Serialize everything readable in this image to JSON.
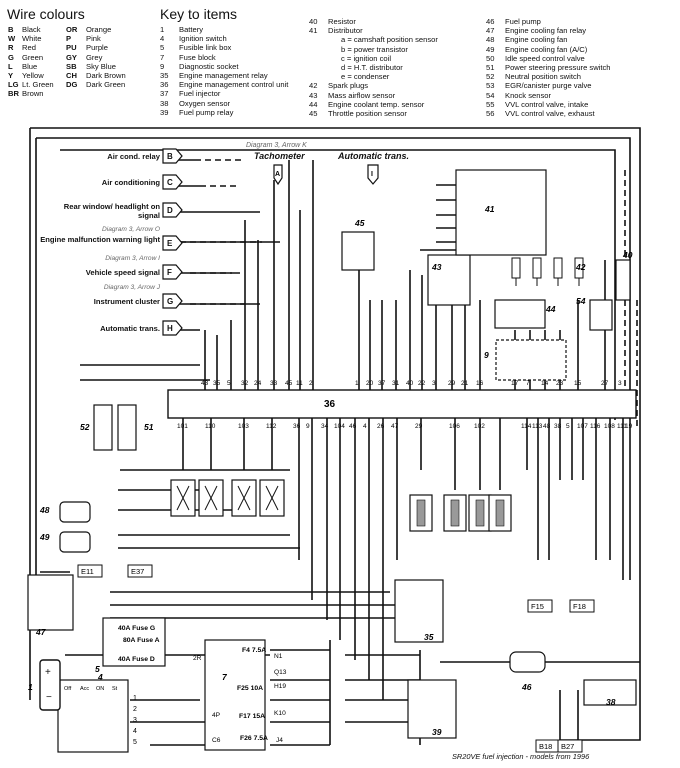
{
  "wire_colours": {
    "heading": "Wire colours",
    "items": [
      {
        "code": "B",
        "name": "Black",
        "code2": "OR",
        "name2": "Orange"
      },
      {
        "code": "W",
        "name": "White",
        "code2": "P",
        "name2": "Pink"
      },
      {
        "code": "R",
        "name": "Red",
        "code2": "PU",
        "name2": "Purple"
      },
      {
        "code": "G",
        "name": "Green",
        "code2": "GY",
        "name2": "Grey"
      },
      {
        "code": "L",
        "name": "Blue",
        "code2": "SB",
        "name2": "Sky Blue"
      },
      {
        "code": "Y",
        "name": "Yellow",
        "code2": "CH",
        "name2": "Dark Brown"
      },
      {
        "code": "LG",
        "name": "Lt. Green",
        "code2": "DG",
        "name2": "Dark Green"
      },
      {
        "code": "BR",
        "name": "Brown",
        "code2": "",
        "name2": ""
      }
    ]
  },
  "key": {
    "heading": "Key to items",
    "col1": [
      {
        "num": "1",
        "label": "Battery"
      },
      {
        "num": "4",
        "label": "Ignition switch"
      },
      {
        "num": "5",
        "label": "Fusible link box"
      },
      {
        "num": "7",
        "label": "Fuse block"
      },
      {
        "num": "9",
        "label": "Diagnostic socket"
      },
      {
        "num": "35",
        "label": "Engine management relay"
      },
      {
        "num": "36",
        "label": "Engine management control unit"
      },
      {
        "num": "37",
        "label": "Fuel injector"
      },
      {
        "num": "38",
        "label": "Oxygen sensor"
      },
      {
        "num": "39",
        "label": "Fuel pump relay"
      }
    ],
    "col2": [
      {
        "num": "40",
        "label": "Resistor"
      },
      {
        "num": "41",
        "label": "Distributor"
      },
      {
        "num": "",
        "label": "a = camshaft position sensor"
      },
      {
        "num": "",
        "label": "b = power transistor"
      },
      {
        "num": "",
        "label": "c = ignition coil"
      },
      {
        "num": "",
        "label": "d = H.T. distributor"
      },
      {
        "num": "",
        "label": "e = condenser"
      },
      {
        "num": "42",
        "label": "Spark plugs"
      },
      {
        "num": "43",
        "label": "Mass airflow sensor"
      },
      {
        "num": "44",
        "label": "Engine coolant temp. sensor"
      },
      {
        "num": "45",
        "label": "Throttle position sensor"
      }
    ],
    "col3": [
      {
        "num": "46",
        "label": "Fuel pump"
      },
      {
        "num": "47",
        "label": "Engine cooling fan relay"
      },
      {
        "num": "48",
        "label": "Engine cooling fan"
      },
      {
        "num": "49",
        "label": "Engine cooling fan (A/C)"
      },
      {
        "num": "50",
        "label": "Idle speed control valve"
      },
      {
        "num": "51",
        "label": "Power steering pressure switch"
      },
      {
        "num": "52",
        "label": "Neutral position switch"
      },
      {
        "num": "53",
        "label": "EGR/canister purge valve"
      },
      {
        "num": "54",
        "label": "Knock sensor"
      },
      {
        "num": "55",
        "label": "VVL control valve, intake"
      },
      {
        "num": "56",
        "label": "VVL control valve, exhaust"
      }
    ]
  },
  "functions": [
    {
      "id": "B",
      "label": "Air cond. relay",
      "sub": ""
    },
    {
      "id": "C",
      "label": "Air conditioning",
      "sub": ""
    },
    {
      "id": "D",
      "label": "Rear window/ headlight on signal",
      "sub": ""
    },
    {
      "id": "E",
      "label": "Engine malfunction warning light",
      "sub": "Diagram 3, Arrow O"
    },
    {
      "id": "F",
      "label": "Vehicle speed signal",
      "sub": "Diagram 3, Arrow I"
    },
    {
      "id": "G",
      "label": "Instrument cluster",
      "sub": "Diagram 3, Arrow J"
    },
    {
      "id": "H",
      "label": "Automatic trans.",
      "sub": ""
    }
  ],
  "callouts": {
    "tacho_ref": "Diagram 3, Arrow K",
    "tacho": "Tachometer",
    "tacho_arrow": "A",
    "auto": "Automatic trans.",
    "auto_arrow": "I"
  },
  "ecu": {
    "label": "36",
    "top_pins": [
      "43",
      "35",
      "5",
      "32",
      "24",
      "33",
      "45",
      "11",
      "2",
      "1",
      "20",
      "37",
      "31",
      "40",
      "22",
      "3",
      "29",
      "21",
      "16",
      "17",
      "7",
      "14",
      "23",
      "15",
      "27",
      "3"
    ],
    "bottom_pins": [
      "101",
      "110",
      "103",
      "112",
      "36",
      "9",
      "34",
      "104",
      "46",
      "4",
      "26",
      "47",
      "29",
      "106",
      "102",
      "114",
      "113",
      "48",
      "38",
      "5",
      "107",
      "116",
      "108",
      "111",
      "19"
    ]
  },
  "fuses": {
    "fl_g": "40A Fuse G",
    "fl_a": "80A Fuse A",
    "fl_d": "40A Fuse D",
    "f4": "F4 7.5A",
    "f25": "F25 10A",
    "f17": "F17 15A",
    "f26": "F26 7.5A"
  },
  "connectors": [
    "N1",
    "Q13",
    "H19",
    "K10",
    "J4",
    "2R",
    "4P",
    "C6"
  ],
  "grounds": [
    "E11",
    "E37",
    "F15",
    "F18",
    "B18",
    "B27"
  ],
  "ignition_table": {
    "cols": [
      "Off",
      "Acc",
      "ON",
      "St"
    ],
    "rows": [
      "1",
      "2",
      "3",
      "4",
      "5"
    ]
  },
  "caption": "SR20VE fuel injection - models from 1996"
}
